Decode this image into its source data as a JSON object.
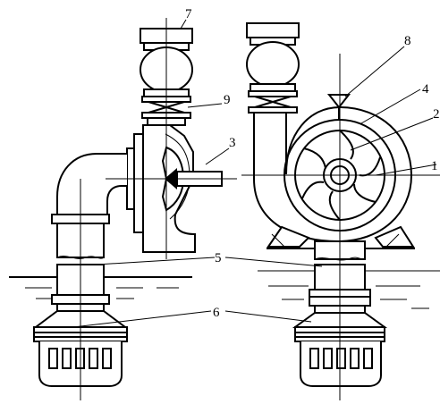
{
  "diagram": {
    "labels": [
      "7",
      "8",
      "4",
      "2",
      "9",
      "3",
      "1",
      "5",
      "6"
    ]
  },
  "colors": {
    "ink": "#000000",
    "paper": "#ffffff"
  }
}
